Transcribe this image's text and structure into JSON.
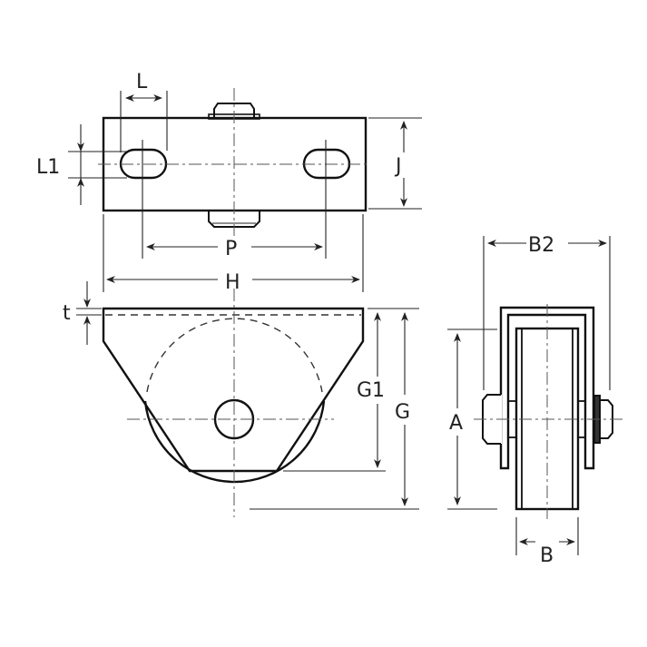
{
  "diagram": {
    "type": "technical-drawing",
    "views": [
      "top-view",
      "front-view",
      "side-view"
    ],
    "labels": {
      "L": "L",
      "L1": "L1",
      "J": "J",
      "P": "P",
      "H": "H",
      "t": "t",
      "G1": "G1",
      "G": "G",
      "A": "A",
      "B2": "B2",
      "B": "B"
    },
    "colors": {
      "line": "#111111",
      "background": "#ffffff"
    }
  }
}
